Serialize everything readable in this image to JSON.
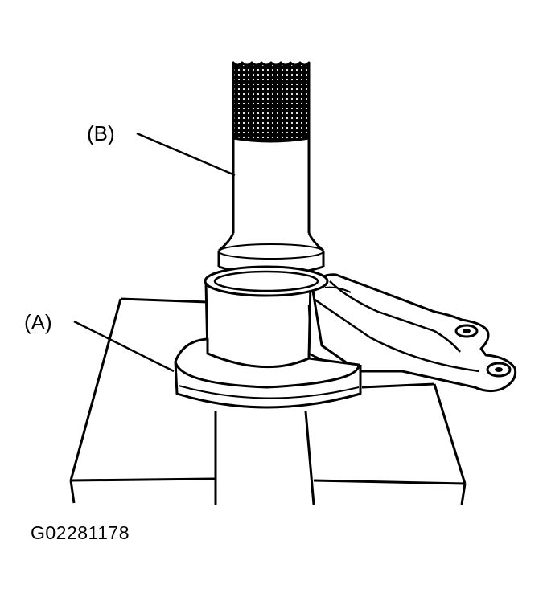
{
  "labels": {
    "callout_a": "(A)",
    "callout_b": "(B)"
  },
  "figure_id": "G02281178",
  "colors": {
    "ink": "#000000",
    "paper": "#ffffff"
  }
}
